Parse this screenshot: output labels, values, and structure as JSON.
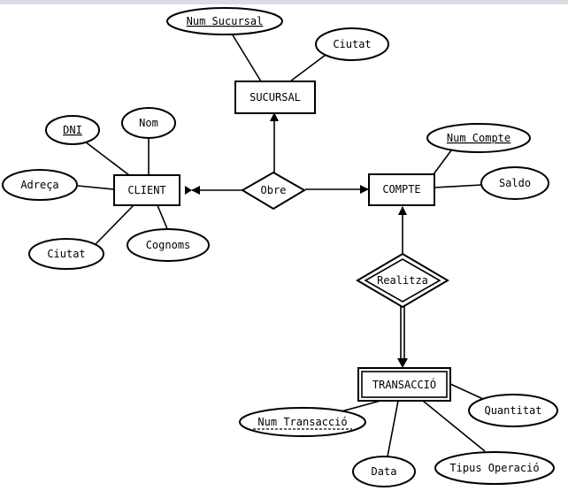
{
  "diagram": {
    "entities": {
      "sucursal": "SUCURSAL",
      "client": "CLIENT",
      "compte": "COMPTE",
      "transaccio": "TRANSACCIÓ"
    },
    "relationships": {
      "obre": "Obre",
      "realitza": "Realitza"
    },
    "attributes": {
      "num_sucursal": "Num Sucursal",
      "ciutat_sucursal": "Ciutat",
      "dni": "DNI",
      "nom": "Nom",
      "adreca": "Adreça",
      "ciutat_client": "Ciutat",
      "cognoms": "Cognoms",
      "num_compte": "Num Compte",
      "saldo": "Saldo",
      "num_transaccio": "Num Transacció",
      "data": "Data",
      "tipus_operacio": "Tipus Operació",
      "quantitat": "Quantitat"
    }
  }
}
